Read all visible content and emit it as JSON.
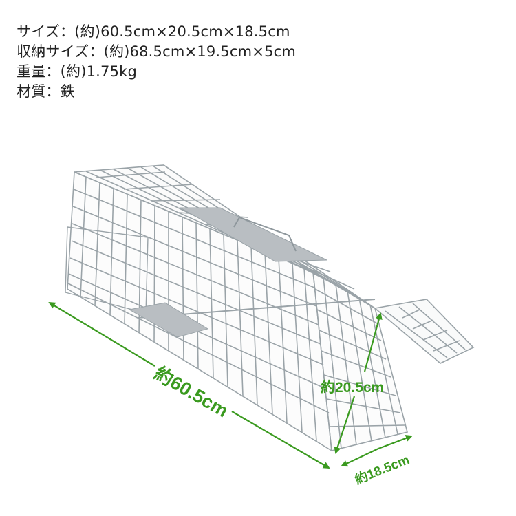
{
  "specs": [
    {
      "label": "サイズ",
      "value": "(約)60.5cm×20.5cm×18.5cm"
    },
    {
      "label": "収納サイズ",
      "value": "(約)68.5cm×19.5cm×5cm"
    },
    {
      "label": "重量",
      "value": "(約)1.75kg"
    },
    {
      "label": "材質",
      "value": "鉄"
    }
  ],
  "spec_lines": [
    "サイズ：(約)60.5cm×20.5cm×18.5cm",
    "収納サイズ：(約)68.5cm×19.5cm×5cm",
    "重量：(約)1.75kg",
    "材質：鉄"
  ],
  "dimensions": {
    "length": "約60.5cm",
    "height": "約20.5cm",
    "width": "約18.5cm"
  },
  "colors": {
    "arrow": "#3a9a1f",
    "wire": "#9aa3a8",
    "plate": "#b9bec2",
    "text": "#222222"
  }
}
